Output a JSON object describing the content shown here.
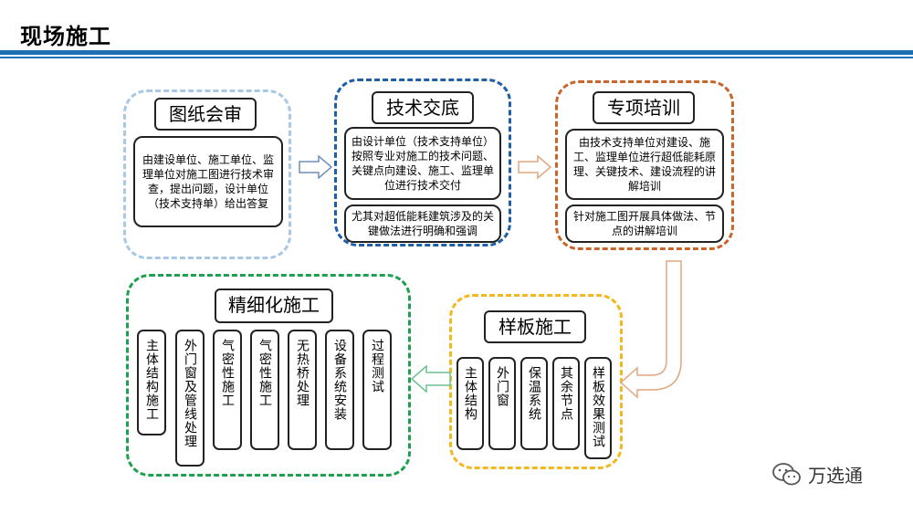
{
  "title": "现场施工",
  "groups": {
    "drawing_review": {
      "title": "图纸会审",
      "text": "由建设单位、施工单位、监理单位对施工图进行技术审查，提出问题，设计单位（技术支持单）给出答复"
    },
    "tech_briefing": {
      "title": "技术交底",
      "text1": "由设计单位（技术支持单位）按照专业对施工的技术问题、关键点向建设、施工、监理单位进行技术交付",
      "text2": "尤其对超低能耗建筑涉及的关键做法进行明确和强调"
    },
    "special_training": {
      "title": "专项培训",
      "text1": "由技术支持单位对建设、施工、监理单位进行超低能耗原理、关键技术、建设流程的讲解培训",
      "text2": "针对施工图开展具体做法、节点的讲解培训"
    },
    "sample_construction": {
      "title": "样板施工",
      "items": [
        "主体结构",
        "外门窗",
        "保温系统",
        "其余节点",
        "样板效果测试"
      ]
    },
    "refined_construction": {
      "title": "精细化施工",
      "items": [
        "主体结构施工",
        "外门窗及管线处理",
        "气密性施工",
        "气密性施工",
        "无热桥处理",
        "设备系统安装",
        "过程测试"
      ]
    }
  },
  "watermark": "万选通",
  "colors": {
    "title_rule": "#1f6fb5",
    "group_light_blue": "#a9c8e6",
    "group_dark_blue": "#1f5fa8",
    "group_orange": "#c8652a",
    "group_yellow": "#f2b81e",
    "group_green": "#1fa04e",
    "arrow_blue": "#6f8fb8",
    "arrow_orange": "#e0a67c",
    "arrow_green": "#6cc08f"
  },
  "icons": {
    "watermark": "wechat-icon"
  }
}
